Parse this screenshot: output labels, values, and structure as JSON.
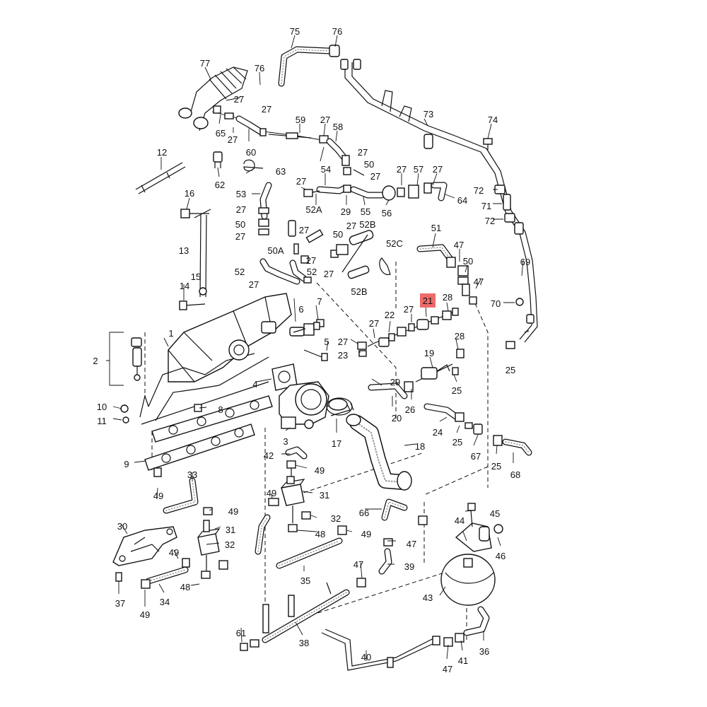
{
  "highlight_color": "#ee6b6b",
  "callouts": [
    {
      "id": "75",
      "text": "75"
    },
    {
      "id": "76a",
      "text": "76"
    },
    {
      "id": "77",
      "text": "77"
    },
    {
      "id": "76b",
      "text": "76"
    },
    {
      "id": "27a",
      "text": "27"
    },
    {
      "id": "27b",
      "text": "27"
    },
    {
      "id": "73",
      "text": "73"
    },
    {
      "id": "74",
      "text": "74"
    },
    {
      "id": "65",
      "text": "65"
    },
    {
      "id": "27c",
      "text": "27"
    },
    {
      "id": "60",
      "text": "60"
    },
    {
      "id": "59",
      "text": "59"
    },
    {
      "id": "27d",
      "text": "27"
    },
    {
      "id": "58",
      "text": "58"
    },
    {
      "id": "12",
      "text": "12"
    },
    {
      "id": "27e",
      "text": "27"
    },
    {
      "id": "50a",
      "text": "50"
    },
    {
      "id": "27f",
      "text": "27"
    },
    {
      "id": "63",
      "text": "63"
    },
    {
      "id": "62",
      "text": "62"
    },
    {
      "id": "54",
      "text": "54"
    },
    {
      "id": "27g",
      "text": "27"
    },
    {
      "id": "57",
      "text": "57"
    },
    {
      "id": "27h",
      "text": "27"
    },
    {
      "id": "16",
      "text": "16"
    },
    {
      "id": "53",
      "text": "53"
    },
    {
      "id": "27i",
      "text": "27"
    },
    {
      "id": "52A",
      "text": "52A"
    },
    {
      "id": "29",
      "text": "29"
    },
    {
      "id": "55",
      "text": "55"
    },
    {
      "id": "56",
      "text": "56"
    },
    {
      "id": "64",
      "text": "64"
    },
    {
      "id": "72a",
      "text": "72"
    },
    {
      "id": "71",
      "text": "71"
    },
    {
      "id": "72b",
      "text": "72"
    },
    {
      "id": "27j",
      "text": "27"
    },
    {
      "id": "50b",
      "text": "50"
    },
    {
      "id": "27k",
      "text": "27"
    },
    {
      "id": "27l",
      "text": "27"
    },
    {
      "id": "27m",
      "text": "27"
    },
    {
      "id": "50c",
      "text": "50"
    },
    {
      "id": "52Ba",
      "text": "52B"
    },
    {
      "id": "51",
      "text": "51"
    },
    {
      "id": "13",
      "text": "13"
    },
    {
      "id": "50A",
      "text": "50A"
    },
    {
      "id": "27n",
      "text": "27"
    },
    {
      "id": "52C",
      "text": "52C"
    },
    {
      "id": "47a",
      "text": "47"
    },
    {
      "id": "50d",
      "text": "50"
    },
    {
      "id": "69",
      "text": "69"
    },
    {
      "id": "52a",
      "text": "52"
    },
    {
      "id": "52b",
      "text": "52"
    },
    {
      "id": "27o",
      "text": "27"
    },
    {
      "id": "15",
      "text": "15"
    },
    {
      "id": "27p",
      "text": "27"
    },
    {
      "id": "52Bb",
      "text": "52B"
    },
    {
      "id": "47b",
      "text": "47"
    },
    {
      "id": "14",
      "text": "14"
    },
    {
      "id": "70",
      "text": "70"
    },
    {
      "id": "7",
      "text": "7"
    },
    {
      "id": "21",
      "text": "21",
      "highlight": true
    },
    {
      "id": "28a",
      "text": "28"
    },
    {
      "id": "6",
      "text": "6"
    },
    {
      "id": "27q",
      "text": "27"
    },
    {
      "id": "22",
      "text": "22"
    },
    {
      "id": "1",
      "text": "1"
    },
    {
      "id": "27r",
      "text": "27"
    },
    {
      "id": "27s",
      "text": "27"
    },
    {
      "id": "28b",
      "text": "28"
    },
    {
      "id": "5",
      "text": "5"
    },
    {
      "id": "2",
      "text": "2"
    },
    {
      "id": "23",
      "text": "23"
    },
    {
      "id": "19",
      "text": "19"
    },
    {
      "id": "25a",
      "text": "25"
    },
    {
      "id": "4",
      "text": "4"
    },
    {
      "id": "29b",
      "text": "29"
    },
    {
      "id": "25b",
      "text": "25"
    },
    {
      "id": "10",
      "text": "10"
    },
    {
      "id": "8",
      "text": "8"
    },
    {
      "id": "26",
      "text": "26"
    },
    {
      "id": "20",
      "text": "20"
    },
    {
      "id": "11",
      "text": "11"
    },
    {
      "id": "24",
      "text": "24"
    },
    {
      "id": "25c",
      "text": "25"
    },
    {
      "id": "67",
      "text": "67"
    },
    {
      "id": "3",
      "text": "3"
    },
    {
      "id": "17",
      "text": "17"
    },
    {
      "id": "18",
      "text": "18"
    },
    {
      "id": "9",
      "text": "9"
    },
    {
      "id": "42",
      "text": "42"
    },
    {
      "id": "49a",
      "text": "49"
    },
    {
      "id": "25d",
      "text": "25"
    },
    {
      "id": "68",
      "text": "68"
    },
    {
      "id": "33",
      "text": "33"
    },
    {
      "id": "49b",
      "text": "49"
    },
    {
      "id": "31a",
      "text": "31"
    },
    {
      "id": "49c",
      "text": "49"
    },
    {
      "id": "49d",
      "text": "49"
    },
    {
      "id": "66",
      "text": "66"
    },
    {
      "id": "45",
      "text": "45"
    },
    {
      "id": "32a",
      "text": "32"
    },
    {
      "id": "30",
      "text": "30"
    },
    {
      "id": "31b",
      "text": "31"
    },
    {
      "id": "44",
      "text": "44"
    },
    {
      "id": "48a",
      "text": "48"
    },
    {
      "id": "49e",
      "text": "49"
    },
    {
      "id": "32b",
      "text": "32"
    },
    {
      "id": "47c",
      "text": "47"
    },
    {
      "id": "46",
      "text": "46"
    },
    {
      "id": "49f",
      "text": "49"
    },
    {
      "id": "47d",
      "text": "47"
    },
    {
      "id": "39",
      "text": "39"
    },
    {
      "id": "35",
      "text": "35"
    },
    {
      "id": "37",
      "text": "37"
    },
    {
      "id": "34",
      "text": "34"
    },
    {
      "id": "48b",
      "text": "48"
    },
    {
      "id": "43",
      "text": "43"
    },
    {
      "id": "49g",
      "text": "49"
    },
    {
      "id": "61",
      "text": "61"
    },
    {
      "id": "38",
      "text": "38"
    },
    {
      "id": "36",
      "text": "36"
    },
    {
      "id": "40",
      "text": "40"
    },
    {
      "id": "41",
      "text": "41"
    },
    {
      "id": "47e",
      "text": "47"
    }
  ]
}
